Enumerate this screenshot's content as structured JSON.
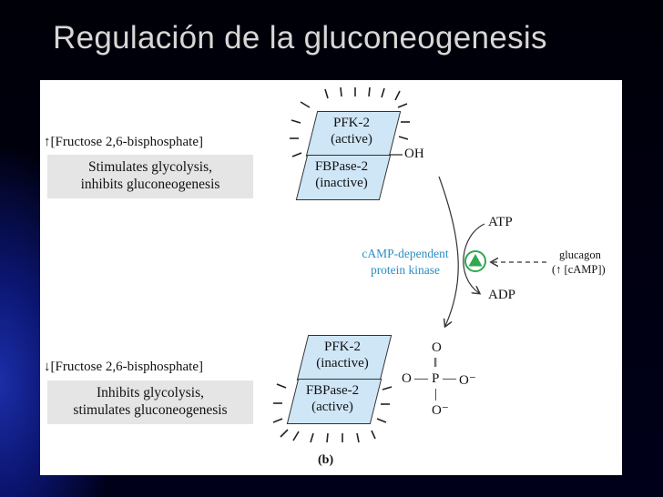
{
  "slide": {
    "title": "Regulación de la gluconeogenesis"
  },
  "top_state": {
    "fructose_label": "[Fructose 2,6-bisphosphate]",
    "trend_arrow": "↑",
    "effect_line1": "Stimulates glycolysis,",
    "effect_line2": "inhibits gluconeogenesis",
    "upper_enzyme_line1": "PFK-2",
    "upper_enzyme_line2": "(active)",
    "lower_enzyme_line1": "FBPase-2",
    "lower_enzyme_line2": "(inactive)",
    "group": "OH"
  },
  "bottom_state": {
    "fructose_label": "[Fructose 2,6-bisphosphate]",
    "trend_arrow": "↓",
    "effect_line1": "Inhibits glycolysis,",
    "effect_line2": "stimulates gluconeogenesis",
    "upper_enzyme_line1": "PFK-2",
    "upper_enzyme_line2": "(inactive)",
    "lower_enzyme_line1": "FBPase-2",
    "lower_enzyme_line2": "(active)",
    "phosphate": {
      "o_top": "O",
      "double_bond": "‖",
      "o_left": "O",
      "dash_left": "—",
      "p": "P",
      "dash_right": "—",
      "o_right": "O⁻",
      "bond_down": "|",
      "o_bottom": "O⁻"
    }
  },
  "reaction": {
    "atp": "ATP",
    "adp": "ADP",
    "kinase_line1": "cAMP-dependent",
    "kinase_line2": "protein kinase",
    "glucagon": "glucagon",
    "camp_open": "(",
    "camp_arrow": "↑",
    "camp_label": "[cAMP])"
  },
  "figure_label": "(b)",
  "colors": {
    "enzyme_fill": "#cfe6f7",
    "kinase_text": "#2a8fc4",
    "kinase_icon": "#2fa84f",
    "effect_box": "#e5e5e5"
  }
}
